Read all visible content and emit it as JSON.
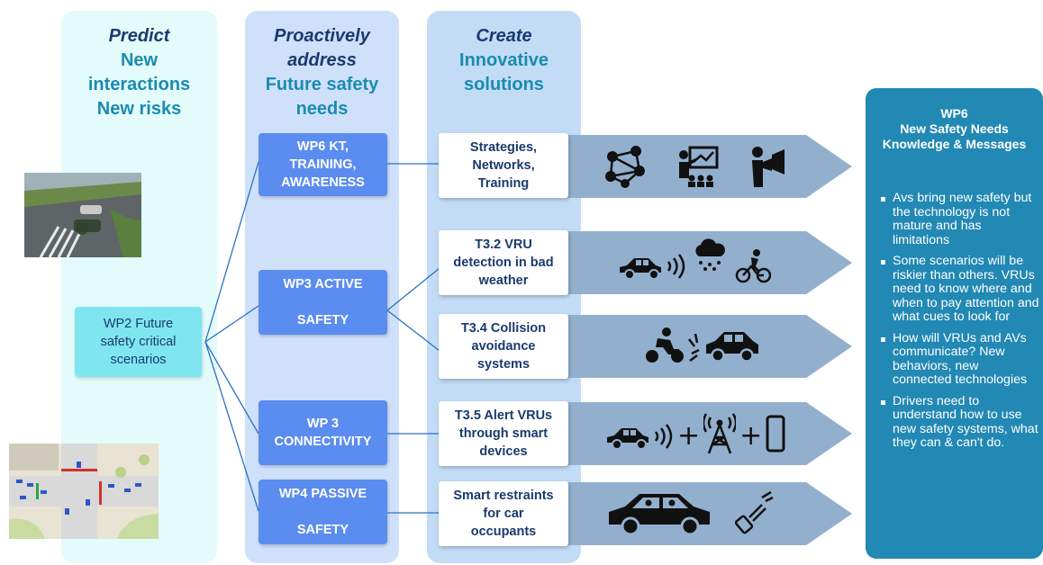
{
  "columns": {
    "predict": {
      "line1": "Predict",
      "line2": "New",
      "line3": "interactions",
      "line4": "New risks"
    },
    "proactive": {
      "line1": "Proactively",
      "line2": "address",
      "line3": "Future safety",
      "line4": "needs"
    },
    "create": {
      "line1": "Create",
      "line2": "Innovative",
      "line3": "solutions"
    }
  },
  "wp2": "WP2 Future\nsafety critical\nscenarios",
  "work_packages": [
    "WP6 KT,\nTRAINING,\nAWARENESS",
    "WP3 ACTIVE\n\nSAFETY",
    "WP 3\nCONNECTIVITY",
    "WP4 PASSIVE\n\nSAFETY"
  ],
  "solutions": [
    "Strategies,\nNetworks,\nTraining",
    "T3.2 VRU\ndetection in bad\nweather",
    "T3.4 Collision\navoidance\nsystems",
    "T3.5 Alert VRUs\nthrough smart\ndevices",
    "Smart restraints\nfor car\noccupants"
  ],
  "icons": {
    "row1": [
      "network-icon",
      "presenter-icon",
      "megaphone-icon"
    ],
    "row2": [
      "car-icon",
      "signal-waves-icon",
      "rain-cloud-icon",
      "cyclist-icon"
    ],
    "row3": [
      "motorcycle-icon",
      "collision-icon",
      "car-icon"
    ],
    "row4": [
      "car-icon",
      "signal-waves-icon",
      "antenna-tower-icon",
      "smartphone-icon"
    ],
    "row5": [
      "car-occupants-icon",
      "seatbelt-icon"
    ],
    "plus": "+"
  },
  "wp6": {
    "title1": "WP6",
    "title2": "New Safety Needs",
    "title3": "Knowledge & Messages",
    "bullets": [
      "Avs bring new safety but the technology is not mature and has limitations",
      "Some scenarios will be riskier than others. VRUs need to know where and when to pay attention and what cues to look for",
      "How will VRUs and AVs communicate? New behaviors, new connected technologies",
      "Drivers need to understand how to use new safety systems, what they can & can't do."
    ]
  },
  "colors": {
    "col1": "#e3fbfb",
    "col2": "#cfe0fa",
    "col3": "#c3dcf6",
    "wp_box": "#5b8cf0",
    "wp2_box": "#7fe6f0",
    "arrow": "#92b0ce",
    "wp6_panel": "#2288b4",
    "heading_dark": "#1a3a6e",
    "heading_teal": "#1a8bb1",
    "line": "#2a72c2"
  }
}
